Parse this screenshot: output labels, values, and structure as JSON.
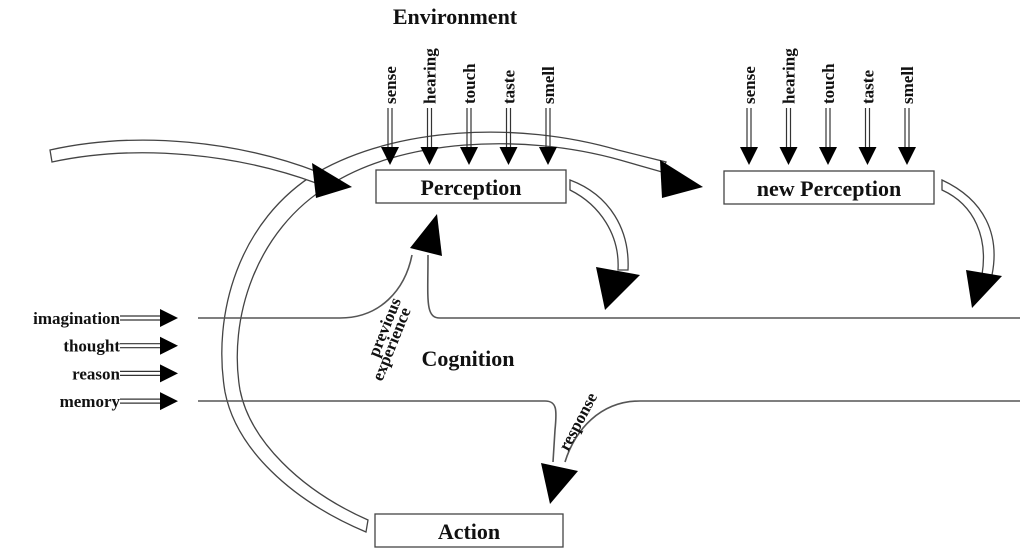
{
  "title": "Environment",
  "nodes": {
    "perception": "Perception",
    "new_perception": "new Perception",
    "cognition": "Cognition",
    "action": "Action"
  },
  "senses": [
    "sense",
    "hearing",
    "touch",
    "taste",
    "smell"
  ],
  "cognitive_inputs": [
    "imagination",
    "thought",
    "reason",
    "memory"
  ],
  "edge_labels": {
    "previous": "previous",
    "experience": "experience",
    "response": "response"
  }
}
